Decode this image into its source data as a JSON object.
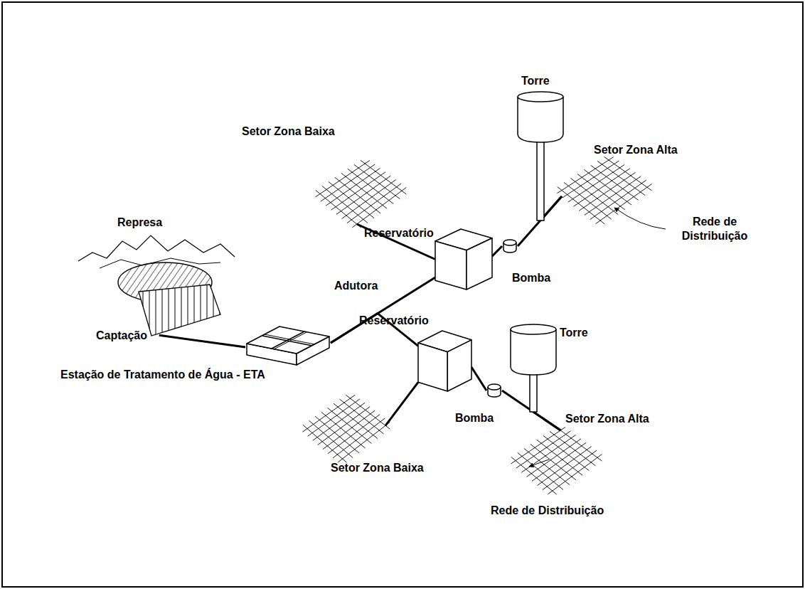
{
  "diagram": {
    "nodes": [
      {
        "text": [
          "Represa"
        ]
      },
      {
        "text": [
          "Captação"
        ]
      },
      {
        "text": [
          "Estação de Tratamento de Água - ETA"
        ]
      },
      {
        "text": [
          "Setor Zona Baixa"
        ]
      },
      {
        "text": [
          "Reservatório"
        ]
      },
      {
        "text": [
          "Bomba"
        ]
      },
      {
        "text": [
          "Torre"
        ]
      },
      {
        "text": [
          "Setor Zona Alta"
        ]
      },
      {
        "text": [
          "Reservatório"
        ]
      },
      {
        "text": [
          "Setor Zona Baixa"
        ]
      },
      {
        "text": [
          "Bomba"
        ]
      },
      {
        "text": [
          "Torre"
        ]
      },
      {
        "text": [
          "Setor Zona Alta"
        ]
      }
    ],
    "edges": [
      {
        "from": 1,
        "to": 2,
        "arrow": "none"
      },
      {
        "from": 2,
        "to": 4,
        "label": "Adutora",
        "arrow": "none"
      },
      {
        "from": 2,
        "to": 8,
        "arrow": "none"
      },
      {
        "from": 4,
        "to": 3,
        "arrow": "none"
      },
      {
        "from": 4,
        "to": 5,
        "arrow": "none"
      },
      {
        "from": 5,
        "to": 7,
        "arrow": "none"
      },
      {
        "from": 6,
        "to": 7,
        "arrow": "none"
      },
      {
        "from": 8,
        "to": 9,
        "arrow": "none"
      },
      {
        "from": 8,
        "to": 10,
        "arrow": "none"
      },
      {
        "from": 10,
        "to": 12,
        "arrow": "none"
      },
      {
        "from": 11,
        "to": 12,
        "arrow": "none"
      }
    ],
    "labels": [
      "Rede de Distribuição",
      "Rede de Distribuição"
    ]
  }
}
